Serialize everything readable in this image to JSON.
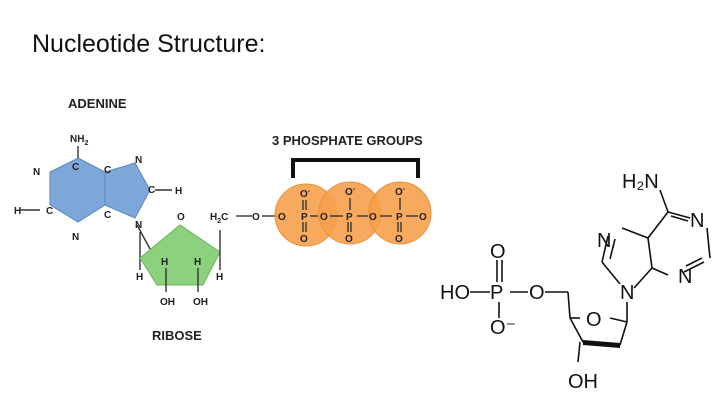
{
  "title": "Nucleotide Structure:",
  "left_diagram": {
    "adenine_label": "ADENINE",
    "ribose_label": "RIBOSE",
    "phosphate_label": "3 PHOSPHATE GROUPS",
    "colors": {
      "adenine": "#7da7d9",
      "ribose": "#8cd17d",
      "phosphate": "#f6a04d",
      "phosphate_stroke": "#e8913a"
    }
  },
  "right_diagram": {
    "amine": "H₂N",
    "ho": "HO",
    "oh": "OH",
    "o": "O",
    "p": "P",
    "o_minus": "O⁻",
    "n": "N"
  }
}
